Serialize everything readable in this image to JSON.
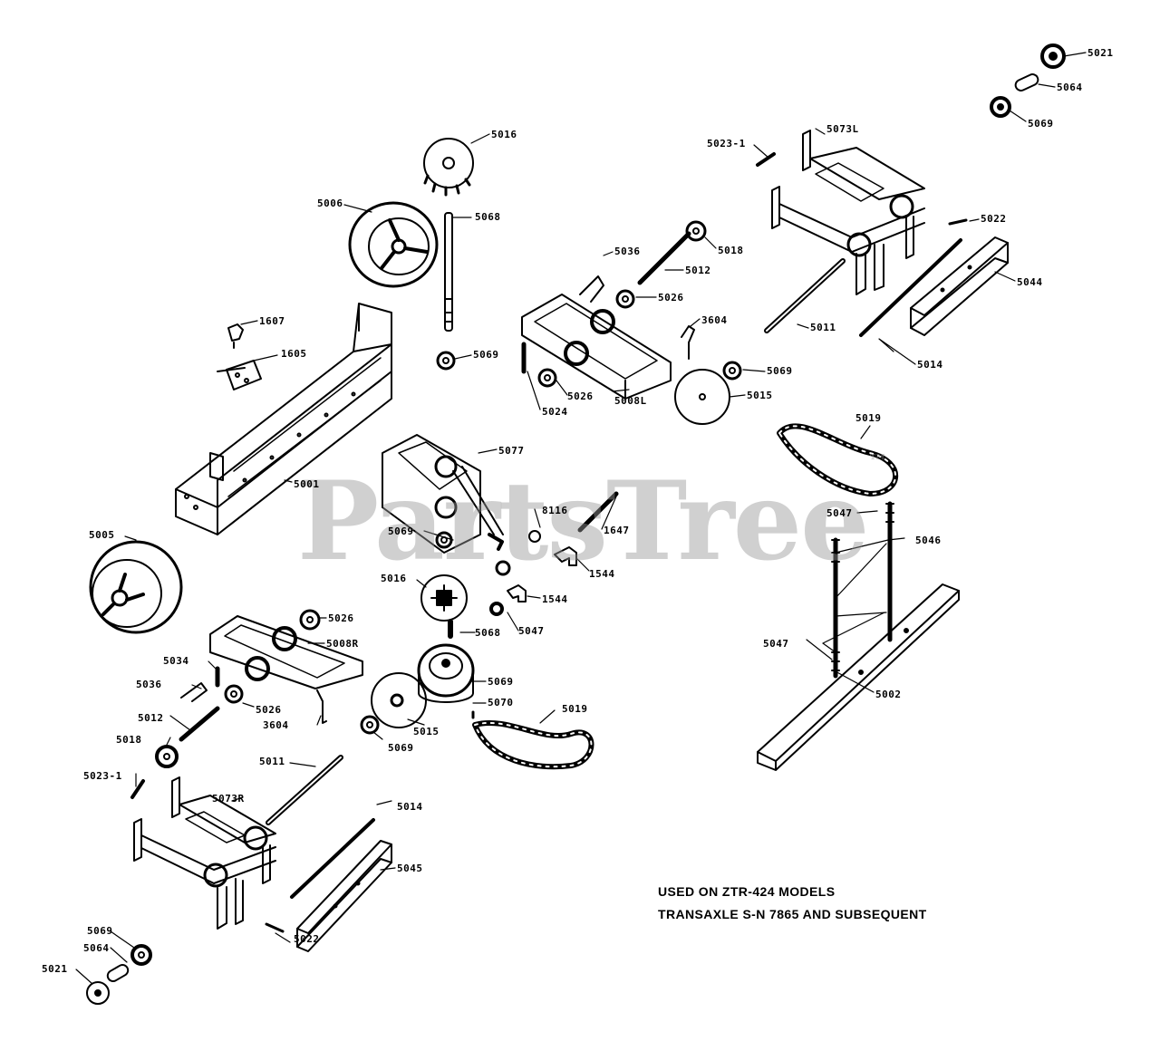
{
  "watermark": "PartsTree",
  "notes": [
    "USED ON ZTR-424 MODELS",
    "TRANSAXLE S-N 7865 AND SUBSEQUENT"
  ],
  "labels": {
    "l5021": "5021",
    "l5064top": "5064",
    "l5069top": "5069",
    "l5016top": "5016",
    "l5006top": "5006",
    "l5068top": "5068",
    "l1607": "1607",
    "l1605": "1605",
    "l5069a": "5069",
    "l5023_1top": "5023-1",
    "l5073L": "5073L",
    "l5022top": "5022",
    "l5044": "5044",
    "l5014top": "5014",
    "l5011top": "5011",
    "l5036top": "5036",
    "l5012top": "5012",
    "l5018top": "5018",
    "l5026top": "5026",
    "l3604top": "3604",
    "l5069b": "5069",
    "l5015top": "5015",
    "l5026b": "5026",
    "l5008L": "5008L",
    "l5024": "5024",
    "l5001": "5001",
    "l5019top": "5019",
    "l5077": "5077",
    "l5069c": "5069",
    "l8116": "8116",
    "l1647": "1647",
    "l1544a": "1544",
    "l1544b": "1544",
    "l5047a": "5047",
    "l5046": "5046",
    "l5005": "5005",
    "l5016mid": "5016",
    "l5047mid": "5047",
    "l5026mid": "5026",
    "l5008R": "5008R",
    "l5068mid": "5068",
    "l5069mid": "5069",
    "l5070": "5070",
    "l5019mid": "5019",
    "l5047b": "5047",
    "l5002": "5002",
    "l5034": "5034",
    "l5036mid": "5036",
    "l5026c": "5026",
    "l3604mid": "3604",
    "l5012mid": "5012",
    "l5018mid": "5018",
    "l5015mid": "5015",
    "l5069d": "5069",
    "l5023_1mid": "5023-1",
    "l5011mid": "5011",
    "l5073R": "5073R",
    "l5014mid": "5014",
    "l5045": "5045",
    "l5022mid": "5022",
    "l5069bot": "5069",
    "l5064bot": "5064",
    "l5021bot": "5021"
  }
}
